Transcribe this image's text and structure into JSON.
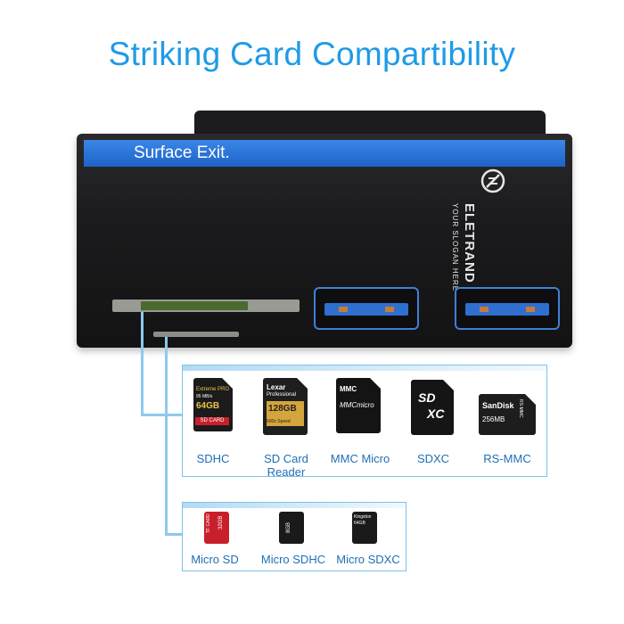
{
  "title": "Striking Card Compartibility",
  "device": {
    "label": "Surface Exit.",
    "brand_name": "ELETRAND",
    "brand_slogan": "YOUR SLOGAN HERE"
  },
  "sd_cards": [
    {
      "label": "SDHC",
      "text_lines": [
        "Extreme PRO",
        "95 MB/s",
        "64GB",
        "SD CARD"
      ]
    },
    {
      "label": "SD Card\nReader",
      "label_lines": [
        "SD Card",
        "Reader"
      ],
      "text_lines": [
        "Lexar",
        "Professional",
        "128GB",
        "600x Speed"
      ]
    },
    {
      "label": "MMC Micro",
      "text_lines": [
        "MMC",
        "MMCmicro"
      ]
    },
    {
      "label": "SDXC",
      "text_lines": [
        "SD",
        "XC"
      ]
    },
    {
      "label": "RS-MMC",
      "text_lines": [
        "SanDisk",
        "256MB",
        "RS-MMC"
      ]
    }
  ],
  "micro_cards": [
    {
      "label": "Micro SD",
      "text_lines": [
        "TF CARD",
        "32GB"
      ]
    },
    {
      "label": "Micro SDHC",
      "text_lines": [
        "8GB"
      ]
    },
    {
      "label": "Micro SDXC",
      "text_lines": [
        "Kingston",
        "64GB"
      ]
    }
  ]
}
